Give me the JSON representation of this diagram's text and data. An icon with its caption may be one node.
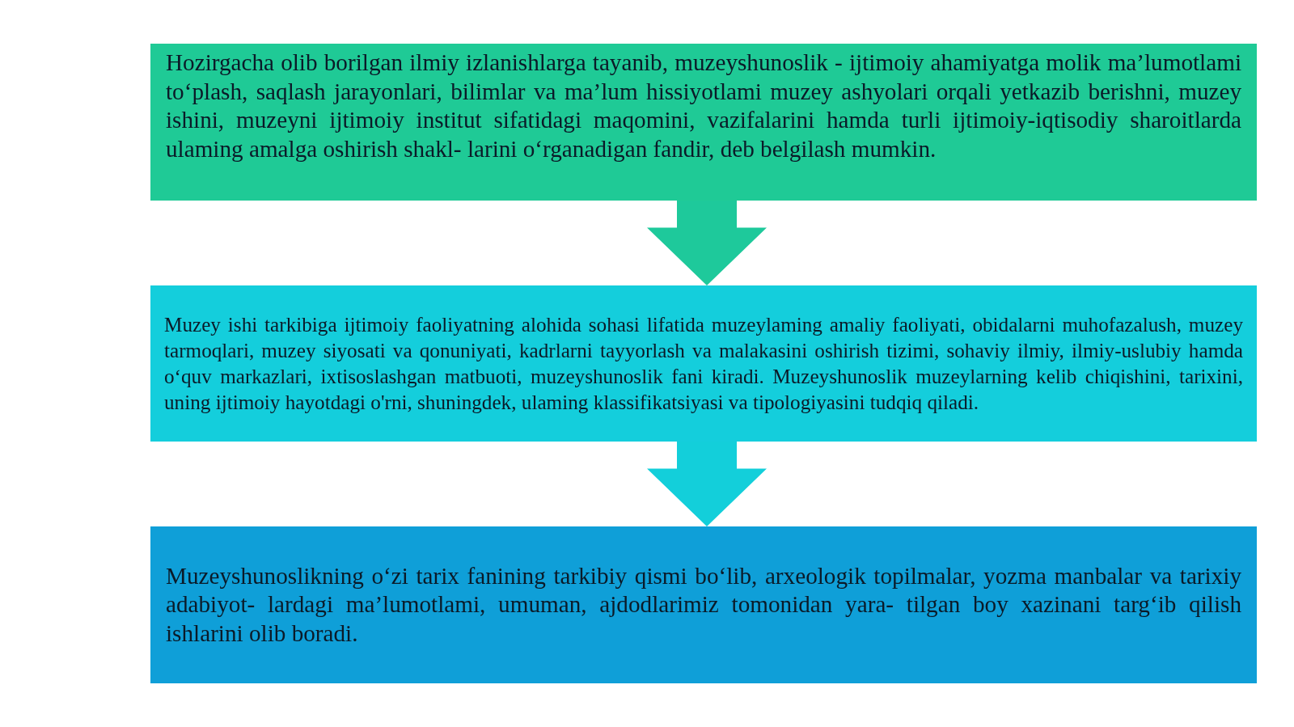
{
  "diagram": {
    "nodes": [
      {
        "text": [
          "Hozirgacha olib borilgan ilmiy izlanishlarga tayanib, muzeyshunoslik - ijtimoiy ahamiyatga molik ma’lumotlami to‘plash, saqlash jarayonlari, bilimlar va ma’lum hissiyotlami muzey ashyolari orqali yetkazib berishni, muzey ishini, muzeyni ijtimoiy institut sifatidagi maqomini, vazifalarini hamda turli ijtimoiy-iqtisodiy sharoitlarda ulaming amalga oshirish shakl- larini o‘rganadigan fandir, deb belgilash mumkin."
        ]
      },
      {
        "text": [
          "Muzey ishi tarkibiga ijtimoiy faoliyatning alohida sohasi lifatida muzeylaming amaliy faoliyati, obidalarni muhofazalush, muzey tarmoqlari, muzey siyosati va qonuniyati, kadrlarni tayyorlash va malakasini oshirish tizimi, sohaviy ilmiy, ilmiy-uslubiy hamda o‘quv markazlari, ixtisoslashgan matbuoti, muzeyshunoslik fani kiradi. Muzeyshunoslik muzeylarning kelib chiqishini, tarixini, uning ijtimoiy hayotdagi o'rni, shuningdek, ulaming klassifikatsiyasi va tipologiyasini tudqiq qiladi."
        ]
      },
      {
        "text": [
          "Muzeyshunoslikning o‘zi tarix fanining tarkibiy qismi bo‘lib, arxeologik topilmalar, yozma manbalar va tarixiy adabiyot- lardagi ma’lumotlami, umuman, ajdodlarimiz tomonidan yara- tilgan boy xazinani targ‘ib qilish ishlarini olib boradi."
        ]
      }
    ],
    "edges": [
      {
        "from": 0,
        "to": 1,
        "arrow": "to",
        "style": "thick",
        "color": "#1ec99b"
      },
      {
        "from": 1,
        "to": 2,
        "arrow": "to",
        "style": "thick",
        "color": "#13cfda"
      }
    ]
  }
}
